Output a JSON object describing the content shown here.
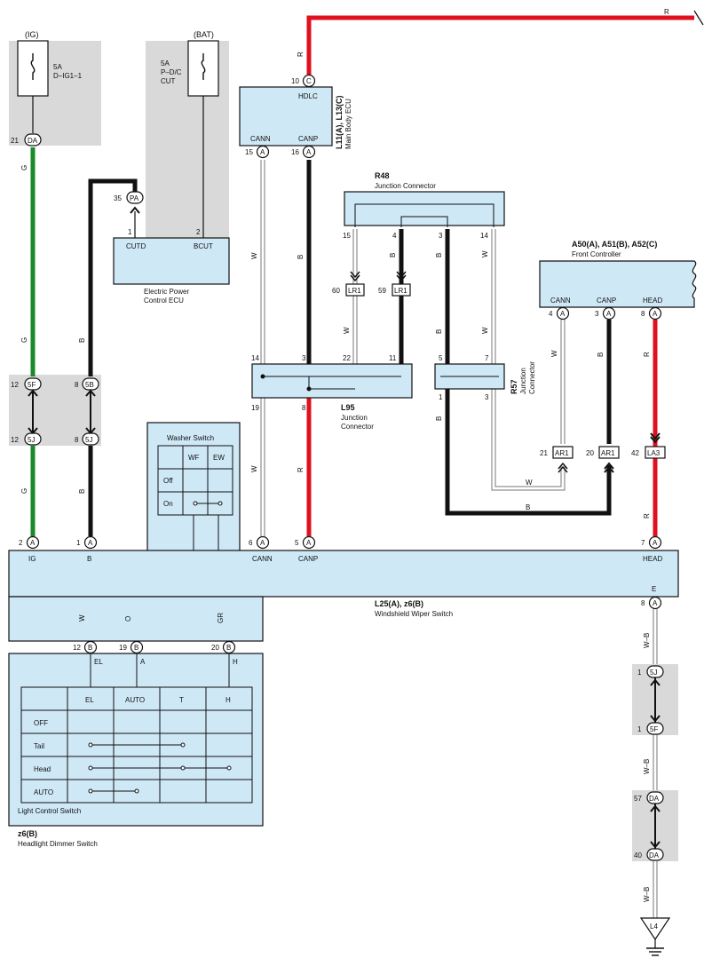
{
  "colors": {
    "green": "#1a8a2a",
    "red": "#e0101e",
    "black": "#111111",
    "orange": "#f39200",
    "gray": "#9a9a9a",
    "white_wire": "#ffffff",
    "component_fill": "#cfe8f6",
    "shade": "#d9d9d9"
  },
  "power": {
    "ig": "(IG)",
    "ig_fuse": "5A\nD–IG1–1",
    "bat": "(BAT)",
    "bat_fuse": "5A\nP–D/C\nCUT"
  },
  "components": {
    "main_body_ecu": {
      "id": "L11(A), L13(C)",
      "name": "Main Body ECU",
      "pin_hdlc": "HDLC",
      "pin_cann": "CANN",
      "pin_canp": "CANP"
    },
    "r48": {
      "id": "R48",
      "name": "Junction Connector"
    },
    "front_controller": {
      "id": "A50(A), A51(B), A52(C)",
      "name": "Front Controller",
      "pin_cann": "CANN",
      "pin_canp": "CANP",
      "pin_head": "HEAD"
    },
    "power_control_ecu": {
      "name": "Electric Power\nControl ECU",
      "pin_cutd": "CUTD",
      "pin_bcut": "BCUT"
    },
    "l95": {
      "id": "L95",
      "name": "Junction\nConnector"
    },
    "r57": {
      "id": "R57",
      "name": "Junction\nConnector"
    },
    "wiper_switch": {
      "id": "L25(A), z6(B)",
      "name": "Windshield Wiper Switch",
      "pin_ig": "IG",
      "pin_b": "B",
      "pin_cann": "CANN",
      "pin_canp": "CANP",
      "pin_head": "HEAD",
      "pin_e": "E"
    },
    "washer_switch": {
      "title": "Washer Switch",
      "cols": [
        "WF",
        "EW"
      ],
      "rows": [
        "Off",
        "On"
      ]
    },
    "light_control": {
      "name": "Light Control Switch",
      "pins": [
        "EL",
        "A",
        "H"
      ],
      "cols": [
        "EL",
        "AUTO",
        "T",
        "H"
      ],
      "rows": [
        "OFF",
        "Tail",
        "Head",
        "AUTO"
      ]
    },
    "dimmer": {
      "id": "z6(B)",
      "name": "Headlight Dimmer Switch"
    },
    "ground": "L4"
  },
  "wire_labels": {
    "G": "G",
    "B": "B",
    "R": "R",
    "W": "W",
    "O": "O",
    "GR": "GR",
    "WB": "W–B"
  },
  "pins": {
    "ig_21": "21",
    "pa_35": "35",
    "pcu_1": "1",
    "pcu_2": "2",
    "ecu_10": "10",
    "ecu_15": "15",
    "ecu_16": "16",
    "r48_15": "15",
    "r48_4": "4",
    "r48_3": "3",
    "r48_14": "14",
    "lr1_60": "60",
    "lr1_59": "59",
    "l95_14": "14",
    "l95_3": "3",
    "l95_22": "22",
    "l95_11": "11",
    "l95_19": "19",
    "l95_8": "8",
    "r57_5": "5",
    "r57_7": "7",
    "r57_1": "1",
    "r57_3": "3",
    "fc_4": "4",
    "fc_3": "3",
    "fc_8": "8",
    "ar1_21": "21",
    "ar1_20": "20",
    "la3_42": "42",
    "c12a": "12",
    "c12b": "12",
    "c8a": "8",
    "c8b": "8",
    "ws_2": "2",
    "ws_1": "1",
    "ws_6": "6",
    "ws_5": "5",
    "ws_7": "7",
    "ws_8": "8",
    "ws_12": "12",
    "ws_19": "19",
    "ws_20": "20",
    "g_1a": "1",
    "g_1b": "1",
    "g_57": "57",
    "g_40": "40"
  },
  "connector_codes": {
    "DA": "DA",
    "PA": "PA",
    "C": "C",
    "A": "A",
    "B": "B",
    "5F": "5F",
    "5B": "5B",
    "5J": "5J",
    "LR1": "LR1",
    "AR1": "AR1",
    "LA3": "LA3"
  }
}
